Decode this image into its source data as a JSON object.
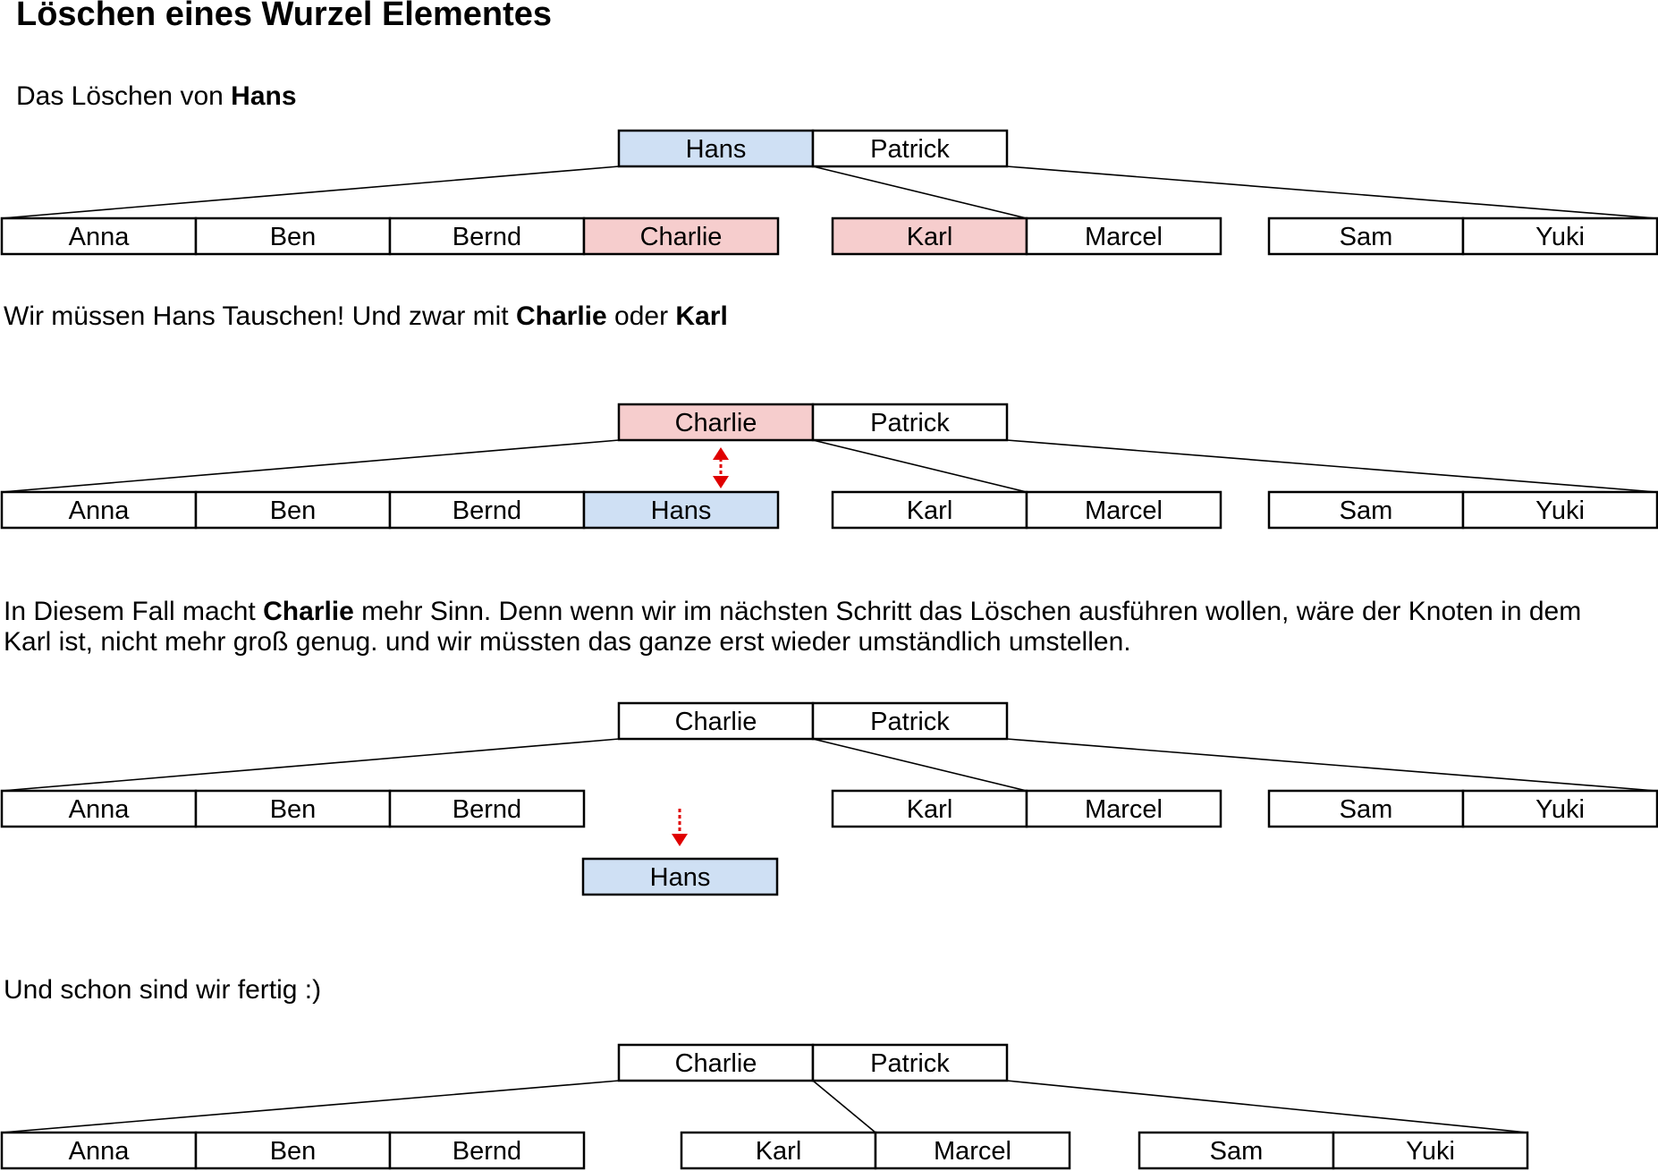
{
  "title": "Löschen eines Wurzel Elementes",
  "colors": {
    "blue": "#cfe0f4",
    "red": "#f6cdcd",
    "white": "#ffffff",
    "arrow": "#e00000",
    "border": "#000000"
  },
  "texts": {
    "intro": {
      "pre": "Das Löschen von ",
      "name": "Hans"
    },
    "swap": {
      "pre": "Wir müssen Hans Tauschen! Und zwar mit ",
      "name1": "Charlie",
      "mid": " oder ",
      "name2": "Karl"
    },
    "reason": {
      "line1_pre": "In Diesem Fall macht ",
      "line1_name": "Charlie",
      "line1_post": " mehr Sinn. Denn wenn wir im nächsten Schritt das Löschen ausführen wollen, wäre der Knoten in dem",
      "line2": "Karl ist, nicht mehr groß genug. und wir müssten das ganze erst wieder umständlich umstellen."
    },
    "done": "Und schon sind wir fertig :)"
  },
  "diagrams": [
    {
      "root": [
        {
          "label": "Hans",
          "color": "blue"
        },
        {
          "label": "Patrick",
          "color": "white"
        }
      ],
      "children": [
        [
          {
            "label": "Anna",
            "color": "white"
          },
          {
            "label": "Ben",
            "color": "white"
          },
          {
            "label": "Bernd",
            "color": "white"
          },
          {
            "label": "Charlie",
            "color": "red"
          }
        ],
        [
          {
            "label": "Karl",
            "color": "red"
          },
          {
            "label": "Marcel",
            "color": "white"
          }
        ],
        [
          {
            "label": "Sam",
            "color": "white"
          },
          {
            "label": "Yuki",
            "color": "white"
          }
        ]
      ]
    },
    {
      "root": [
        {
          "label": "Charlie",
          "color": "red"
        },
        {
          "label": "Patrick",
          "color": "white"
        }
      ],
      "children": [
        [
          {
            "label": "Anna",
            "color": "white"
          },
          {
            "label": "Ben",
            "color": "white"
          },
          {
            "label": "Bernd",
            "color": "white"
          },
          {
            "label": "Hans",
            "color": "blue"
          }
        ],
        [
          {
            "label": "Karl",
            "color": "white"
          },
          {
            "label": "Marcel",
            "color": "white"
          }
        ],
        [
          {
            "label": "Sam",
            "color": "white"
          },
          {
            "label": "Yuki",
            "color": "white"
          }
        ]
      ],
      "arrow": "swap"
    },
    {
      "root": [
        {
          "label": "Charlie",
          "color": "white"
        },
        {
          "label": "Patrick",
          "color": "white"
        }
      ],
      "children": [
        [
          {
            "label": "Anna",
            "color": "white"
          },
          {
            "label": "Ben",
            "color": "white"
          },
          {
            "label": "Bernd",
            "color": "white"
          }
        ],
        [
          {
            "label": "Karl",
            "color": "white"
          },
          {
            "label": "Marcel",
            "color": "white"
          }
        ],
        [
          {
            "label": "Sam",
            "color": "white"
          },
          {
            "label": "Yuki",
            "color": "white"
          }
        ]
      ],
      "removed": {
        "label": "Hans",
        "color": "blue"
      },
      "arrow": "down"
    },
    {
      "root": [
        {
          "label": "Charlie",
          "color": "white"
        },
        {
          "label": "Patrick",
          "color": "white"
        }
      ],
      "children": [
        [
          {
            "label": "Anna",
            "color": "white"
          },
          {
            "label": "Ben",
            "color": "white"
          },
          {
            "label": "Bernd",
            "color": "white"
          }
        ],
        [
          {
            "label": "Karl",
            "color": "white"
          },
          {
            "label": "Marcel",
            "color": "white"
          }
        ],
        [
          {
            "label": "Sam",
            "color": "white"
          },
          {
            "label": "Yuki",
            "color": "white"
          }
        ]
      ]
    }
  ]
}
